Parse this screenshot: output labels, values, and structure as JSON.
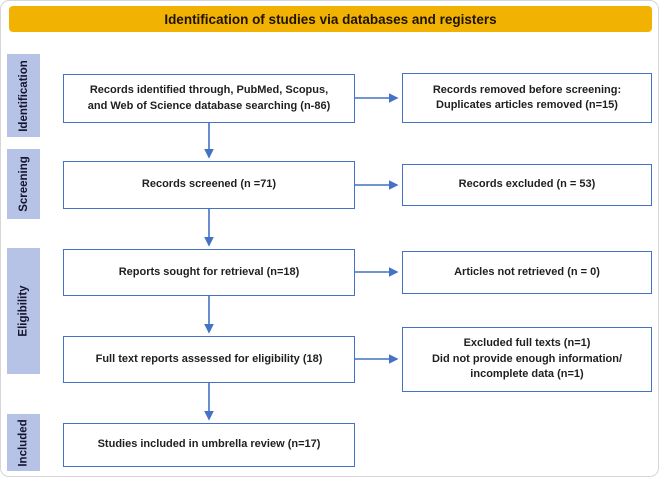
{
  "header": {
    "title": "Identification of studies via databases and registers"
  },
  "sidebar": {
    "stages": [
      {
        "label": "Identification"
      },
      {
        "label": "Screening"
      },
      {
        "label": "Eligibility"
      },
      {
        "label": "Included"
      }
    ]
  },
  "flow": {
    "left": [
      {
        "id": "records-identified",
        "label": "Records identified through, PubMed, Scopus,\nand Web of Science database searching (n-86)"
      },
      {
        "id": "records-screened",
        "label": "Records screened (n =71)"
      },
      {
        "id": "reports-sought",
        "label": "Reports sought for retrieval (n=18)"
      },
      {
        "id": "fulltext-assessed",
        "label": "Full text reports assessed for eligibility (18)"
      },
      {
        "id": "studies-included",
        "label": "Studies included in umbrella review (n=17)"
      }
    ],
    "right": [
      {
        "id": "records-removed",
        "label": "Records removed before screening:\nDuplicates articles removed (n=15)"
      },
      {
        "id": "records-excluded",
        "label": "Records excluded (n = 53)"
      },
      {
        "id": "articles-not-retrieved",
        "label": "Articles not retrieved (n = 0)"
      },
      {
        "id": "fulltext-excluded",
        "label": "Excluded full texts (n=1)\nDid not provide enough information/\nincomplete data (n=1)"
      }
    ]
  },
  "colors": {
    "header_bg": "#F2B202",
    "header_text": "#1C1300",
    "sidebar_bg": "#B6C3E6",
    "box_border": "#4472C4",
    "arrow": "#4472C4"
  }
}
